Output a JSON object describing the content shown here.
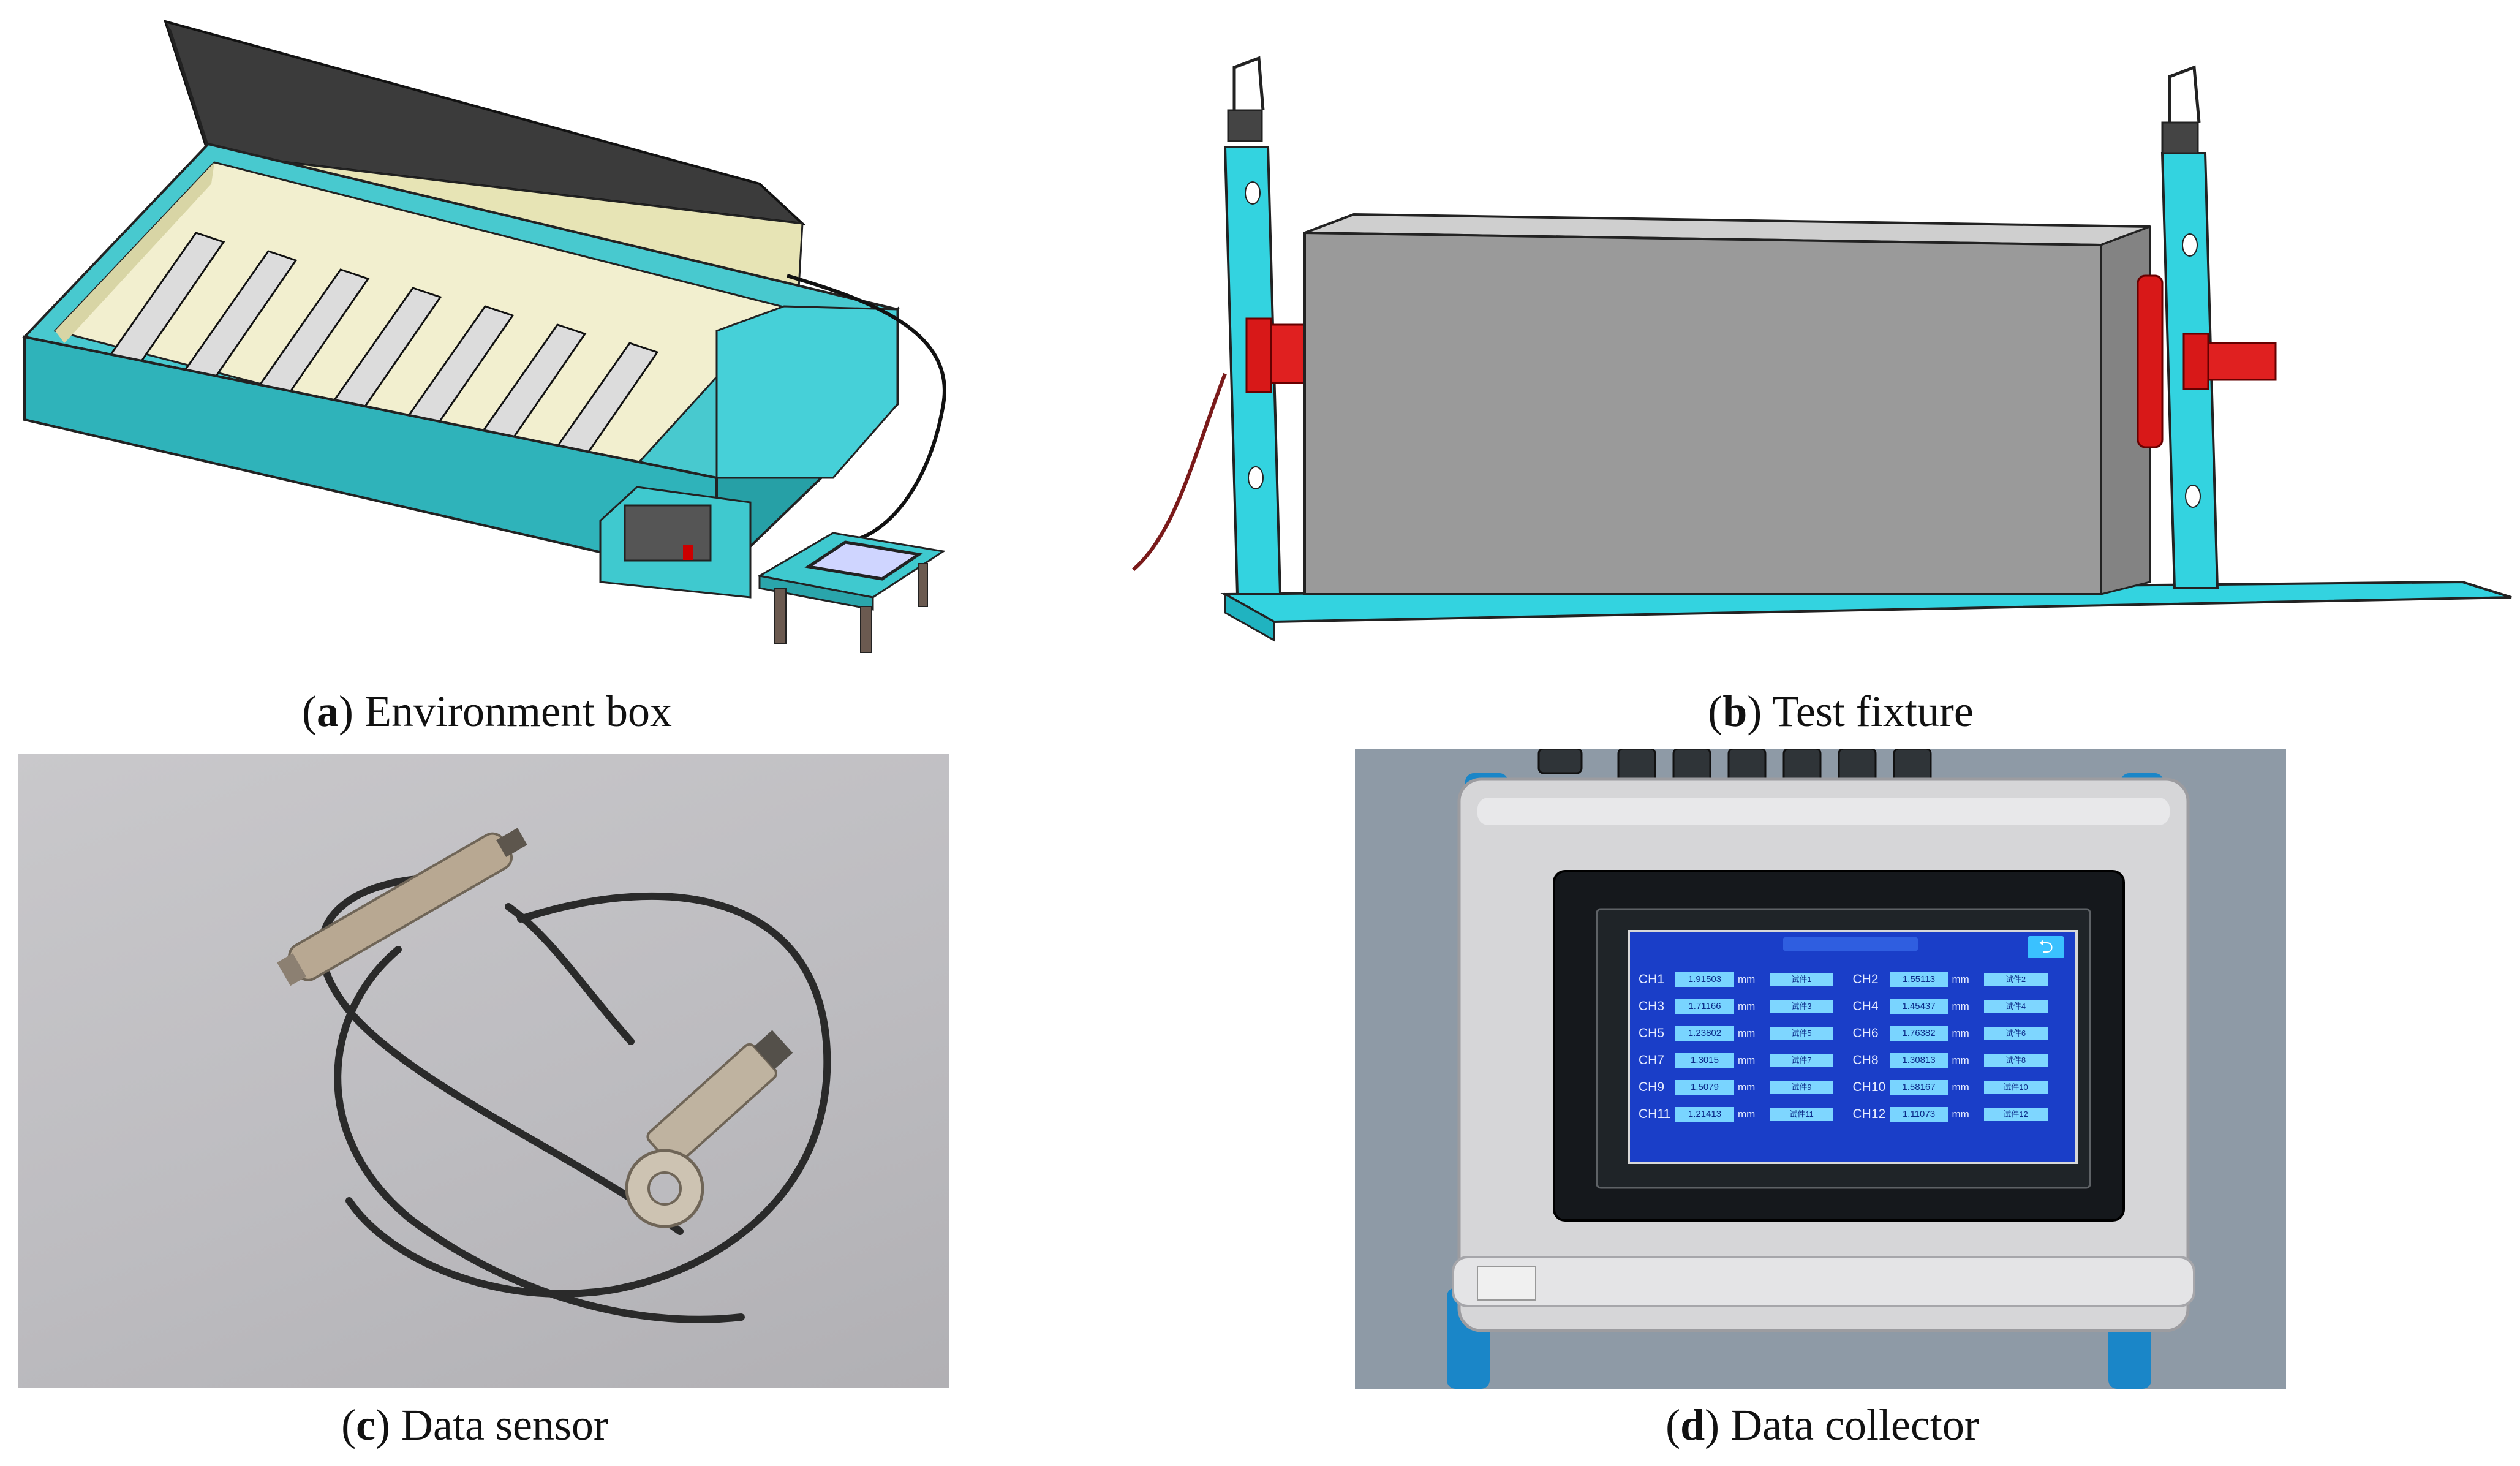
{
  "captions": {
    "a": {
      "letter": "a",
      "text": "Environment box"
    },
    "b": {
      "letter": "b",
      "text": "Test fixture"
    },
    "c": {
      "letter": "c",
      "text": "Data sensor"
    },
    "d": {
      "letter": "d",
      "text": "Data collector"
    }
  },
  "collector": {
    "back_symbol": "⮌",
    "channels": [
      {
        "ch": "CH1",
        "value": "1.91503",
        "unit": "mm",
        "btn": "试件1"
      },
      {
        "ch": "CH2",
        "value": "1.55113",
        "unit": "mm",
        "btn": "试件2"
      },
      {
        "ch": "CH3",
        "value": "1.71166",
        "unit": "mm",
        "btn": "试件3"
      },
      {
        "ch": "CH4",
        "value": "1.45437",
        "unit": "mm",
        "btn": "试件4"
      },
      {
        "ch": "CH5",
        "value": "1.23802",
        "unit": "mm",
        "btn": "试件5"
      },
      {
        "ch": "CH6",
        "value": "1.76382",
        "unit": "mm",
        "btn": "试件6"
      },
      {
        "ch": "CH7",
        "value": "1.3015",
        "unit": "mm",
        "btn": "试件7"
      },
      {
        "ch": "CH8",
        "value": "1.30813",
        "unit": "mm",
        "btn": "试件8"
      },
      {
        "ch": "CH9",
        "value": "1.5079",
        "unit": "mm",
        "btn": "试件9"
      },
      {
        "ch": "CH10",
        "value": "1.58167",
        "unit": "mm",
        "btn": "试件10"
      },
      {
        "ch": "CH11",
        "value": "1.21413",
        "unit": "mm",
        "btn": "试件11"
      },
      {
        "ch": "CH12",
        "value": "1.11073",
        "unit": "mm",
        "btn": "试件12"
      }
    ]
  },
  "colors": {
    "teal": "#3fc9cf",
    "cyan": "#33d3e0",
    "lid": "#3b3b3b",
    "screen_blue": "#1a3ec8"
  }
}
